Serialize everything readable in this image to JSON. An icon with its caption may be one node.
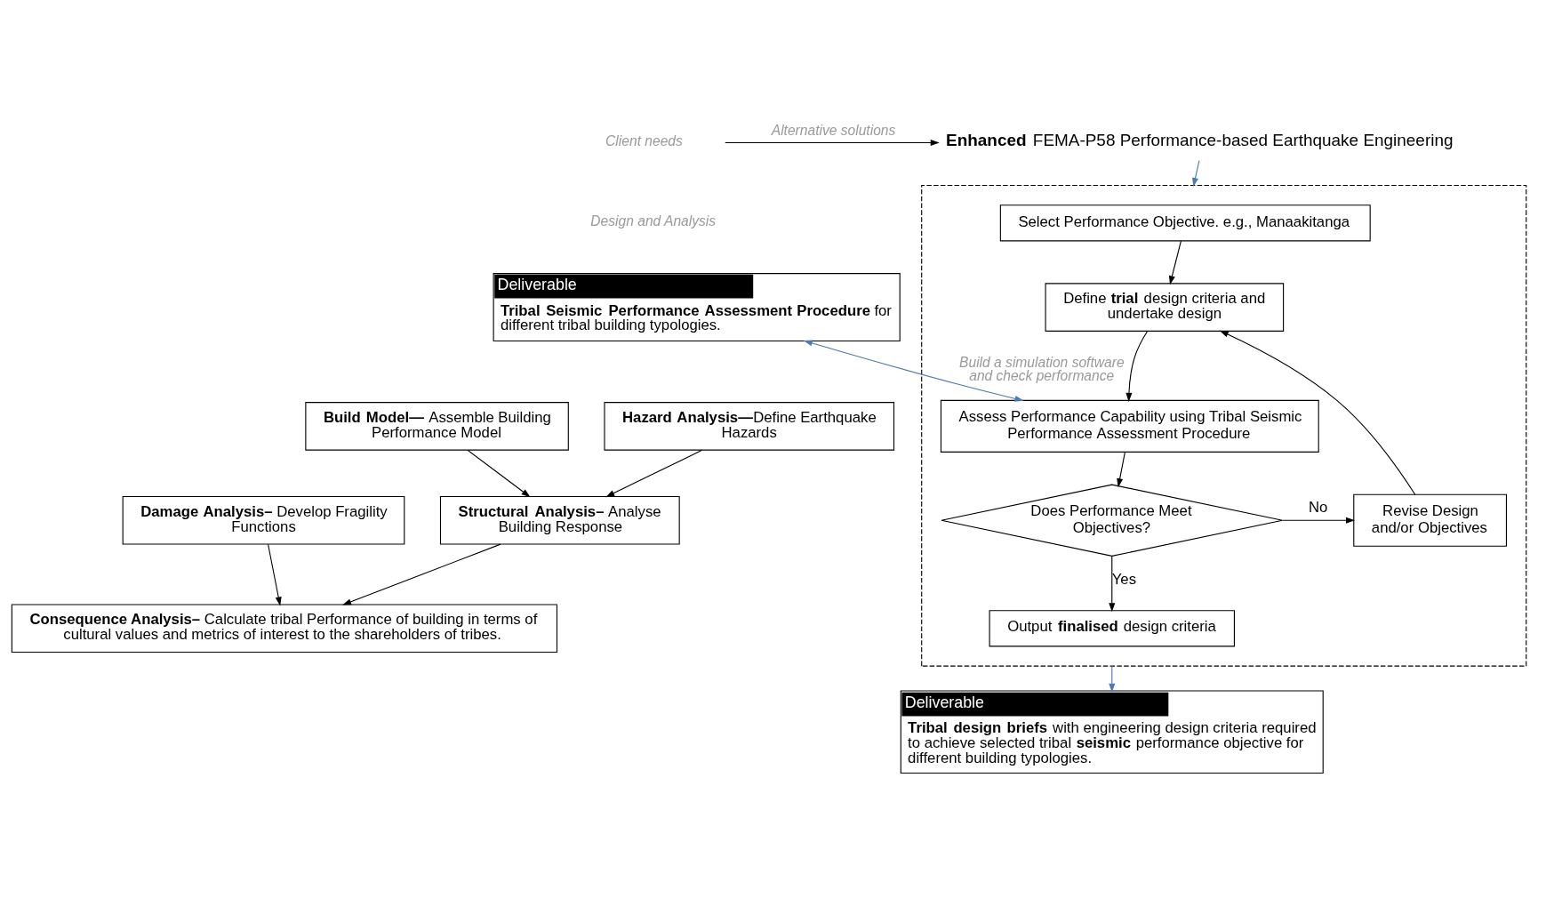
{
  "diagram": {
    "nodes": [
      {
        "text": [
          "**Enhanced** FEMA-P58 Performance-based Earthquake Engineering"
        ]
      },
      {
        "text": [],
        "shape": "box"
      },
      {
        "text": [
          "Select Performance Objective. e.g., Manaakitanga"
        ],
        "in": 1
      },
      {
        "text": [
          "Define **trial** design criteria and undertake design"
        ],
        "in": 1
      },
      {
        "text": [
          "Assess Performance Capability using Tribal Seismic Performance Assessment Procedure"
        ],
        "in": 1
      },
      {
        "text": [
          "Does Performance Meet Objectives?"
        ],
        "in": 1
      },
      {
        "text": [
          "Revise Design and/or Objectives"
        ],
        "in": 1
      },
      {
        "text": [
          "Output **finalised** design criteria"
        ],
        "in": 1
      },
      {
        "text": [
          "Deliverable",
          "**Tribal Seismic Performance Assessment Procedure** for different tribal building typologies."
        ]
      },
      {
        "text": [
          "**Build Model—** Assemble Building Performance Model"
        ]
      },
      {
        "text": [
          "**Hazard Analysis—**Define Earthquake Hazards"
        ]
      },
      {
        "text": [
          "**Structural Analysis–** Analyse Building Response"
        ]
      },
      {
        "text": [
          "**Damage Analysis–** Develop Fragility Functions"
        ]
      },
      {
        "text": [
          "**Consequence Analysis–** Calculate tribal Performance of building in terms of cultural values and metrics of interest to the shareholders of tribes."
        ]
      },
      {
        "text": [
          "Deliverable",
          "**Tribal design briefs** with engineering design criteria required to achieve selected tribal **seismic** performance objective for different building typologies."
        ]
      }
    ],
    "edges": [
      {
        "from": null,
        "to": 0,
        "arrow": "to",
        "label": "Alternative solutions"
      },
      {
        "from": 0,
        "to": 1,
        "arrow": "to",
        "color": "#4a7ab0"
      },
      {
        "from": 2,
        "to": 3,
        "arrow": "to"
      },
      {
        "from": 3,
        "to": 4,
        "arrow": "to"
      },
      {
        "from": 4,
        "to": 5,
        "arrow": "to"
      },
      {
        "from": 5,
        "to": 6,
        "arrow": "to",
        "label": "No"
      },
      {
        "from": 6,
        "to": 3,
        "arrow": "to"
      },
      {
        "from": 5,
        "to": 7,
        "arrow": "to",
        "label": "Yes"
      },
      {
        "from": 1,
        "to": 14,
        "arrow": "to",
        "color": "#4a7ab0"
      },
      {
        "from": 8,
        "to": 4,
        "arrow": "both",
        "label": "Build a simulation software and check performance",
        "color": "#4a7ab0"
      },
      {
        "from": 9,
        "to": 11,
        "arrow": "to"
      },
      {
        "from": 10,
        "to": 11,
        "arrow": "to"
      },
      {
        "from": 11,
        "to": 13,
        "arrow": "to"
      },
      {
        "from": 12,
        "to": 13,
        "arrow": "to"
      }
    ],
    "labels": [
      "Client needs",
      "Design and Analysis"
    ]
  }
}
